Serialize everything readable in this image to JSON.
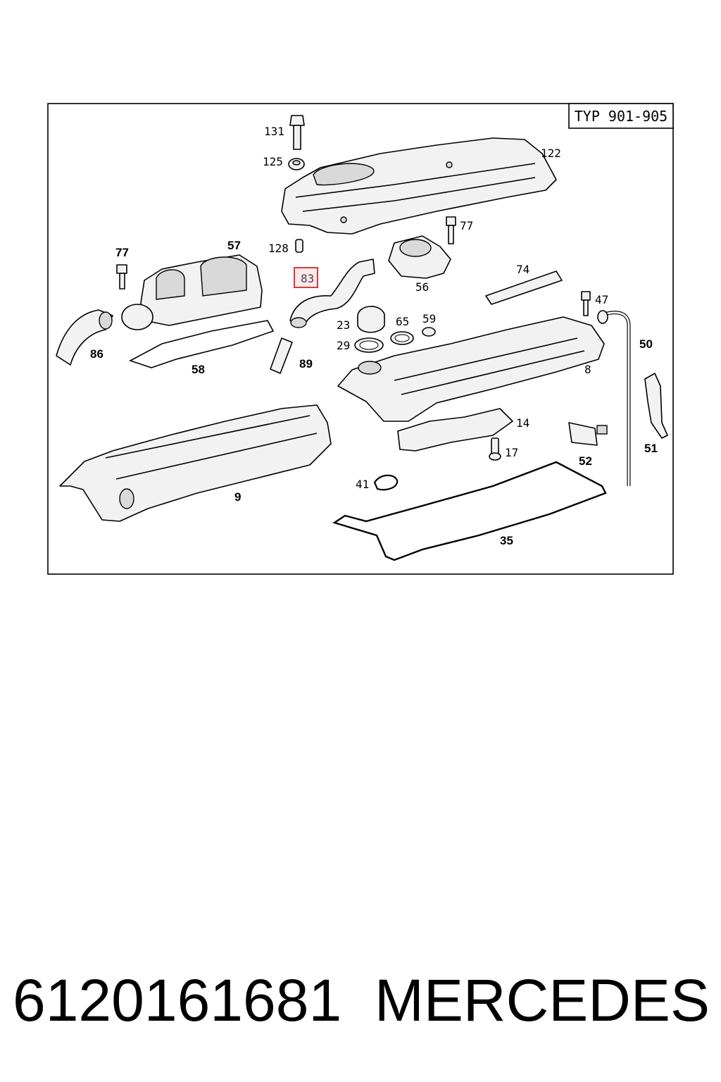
{
  "diagram": {
    "type_label": "TYP 901-905",
    "highlight_color": "#d43c3c",
    "labels": {
      "p131": "131",
      "p125": "125",
      "p122": "122",
      "p128": "128",
      "p77a": "77",
      "p77b": "77",
      "p57": "57",
      "p83": "83",
      "p56": "56",
      "p74": "74",
      "p47": "47",
      "p23": "23",
      "p65": "65",
      "p59": "59",
      "p29": "29",
      "p86": "86",
      "p58": "58",
      "p89": "89",
      "p50": "50",
      "p8": "8",
      "p14": "14",
      "p17": "17",
      "p51": "51",
      "p52": "52",
      "p41": "41",
      "p9": "9",
      "p35": "35"
    }
  },
  "footer": {
    "part_number": "6120161681",
    "brand": "MERCEDES"
  }
}
